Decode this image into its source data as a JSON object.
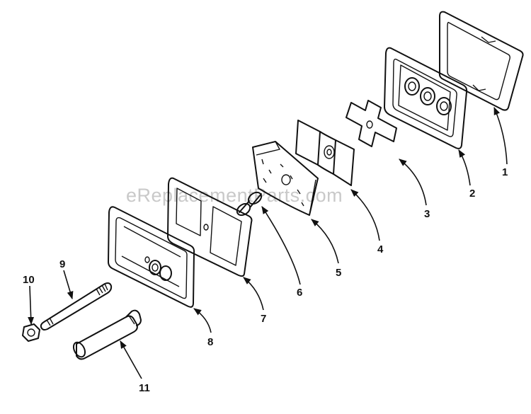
{
  "watermark": "eReplacementParts.com",
  "callouts": [
    {
      "id": "1",
      "label": "1"
    },
    {
      "id": "2",
      "label": "2"
    },
    {
      "id": "3",
      "label": "3"
    },
    {
      "id": "4",
      "label": "4"
    },
    {
      "id": "5",
      "label": "5"
    },
    {
      "id": "6",
      "label": "6"
    },
    {
      "id": "7",
      "label": "7"
    },
    {
      "id": "8",
      "label": "8"
    },
    {
      "id": "9",
      "label": "9"
    },
    {
      "id": "10",
      "label": "10"
    },
    {
      "id": "11",
      "label": "11"
    }
  ],
  "colors": {
    "line": "#111111",
    "watermark": "#c9c9c9",
    "background": "#ffffff"
  }
}
